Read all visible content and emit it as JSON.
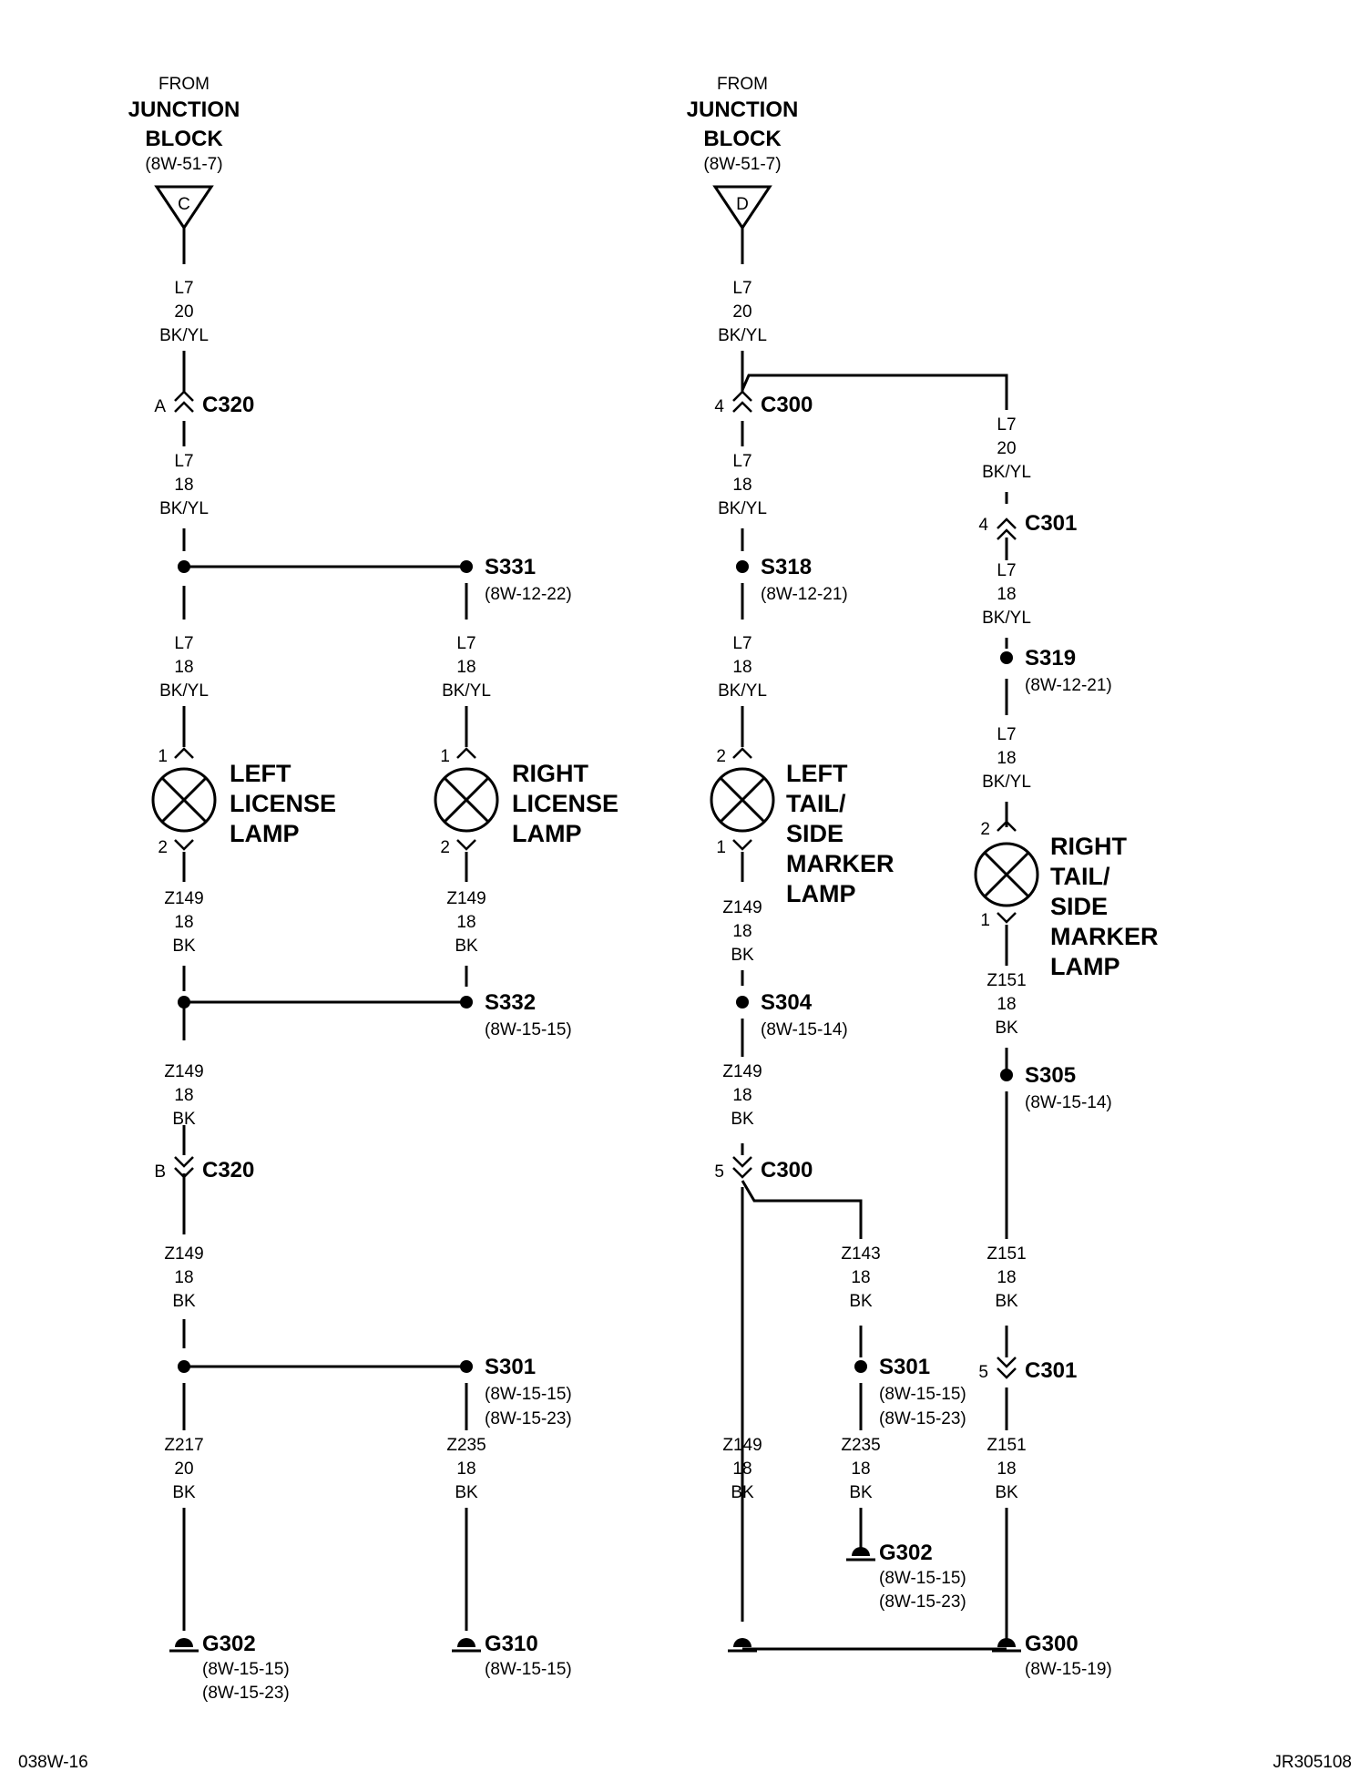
{
  "sources": [
    {
      "from": "FROM",
      "name_line1": "JUNCTION",
      "name_line2": "BLOCK",
      "ref": "(8W-51-7)",
      "pin": "C"
    },
    {
      "from": "FROM",
      "name_line1": "JUNCTION",
      "name_line2": "BLOCK",
      "ref": "(8W-51-7)",
      "pin": "D"
    }
  ],
  "wires": {
    "l7_20_bkyl": {
      "circuit": "L7",
      "gauge": "20",
      "color": "BK/YL"
    },
    "l7_18_bkyl": {
      "circuit": "L7",
      "gauge": "18",
      "color": "BK/YL"
    },
    "z149_18_bk": {
      "circuit": "Z149",
      "gauge": "18",
      "color": "BK"
    },
    "z217_20_bk": {
      "circuit": "Z217",
      "gauge": "20",
      "color": "BK"
    },
    "z235_18_bk": {
      "circuit": "Z235",
      "gauge": "18",
      "color": "BK"
    },
    "z143_18_bk": {
      "circuit": "Z143",
      "gauge": "18",
      "color": "BK"
    },
    "z151_18_bk": {
      "circuit": "Z151",
      "gauge": "18",
      "color": "BK"
    }
  },
  "connectors": {
    "c320_a": {
      "pin": "A",
      "name": "C320"
    },
    "c320_b": {
      "pin": "B",
      "name": "C320"
    },
    "c300_4": {
      "pin": "4",
      "name": "C300"
    },
    "c300_5": {
      "pin": "5",
      "name": "C300"
    },
    "c301_4": {
      "pin": "4",
      "name": "C301"
    },
    "c301_5": {
      "pin": "5",
      "name": "C301"
    }
  },
  "splices": {
    "s331": {
      "name": "S331",
      "ref": "(8W-12-22)"
    },
    "s332": {
      "name": "S332",
      "ref": "(8W-15-15)"
    },
    "s301_left": {
      "name": "S301",
      "ref1": "(8W-15-15)",
      "ref2": "(8W-15-23)"
    },
    "s318": {
      "name": "S318",
      "ref": "(8W-12-21)"
    },
    "s319": {
      "name": "S319",
      "ref": "(8W-12-21)"
    },
    "s304": {
      "name": "S304",
      "ref": "(8W-15-14)"
    },
    "s305": {
      "name": "S305",
      "ref": "(8W-15-14)"
    },
    "s301_right": {
      "name": "S301",
      "ref1": "(8W-15-15)",
      "ref2": "(8W-15-23)"
    }
  },
  "lamps": {
    "left_license": {
      "lines": [
        "LEFT",
        "LICENSE",
        "LAMP"
      ],
      "pin_top": "1",
      "pin_bottom": "2"
    },
    "right_license": {
      "lines": [
        "RIGHT",
        "LICENSE",
        "LAMP"
      ],
      "pin_top": "1",
      "pin_bottom": "2"
    },
    "left_tail": {
      "lines": [
        "LEFT",
        "TAIL/",
        "SIDE",
        "MARKER",
        "LAMP"
      ],
      "pin_top": "2",
      "pin_bottom": "1"
    },
    "right_tail": {
      "lines": [
        "RIGHT",
        "TAIL/",
        "SIDE",
        "MARKER",
        "LAMP"
      ],
      "pin_top": "2",
      "pin_bottom": "1"
    }
  },
  "grounds": {
    "g302_left": {
      "name": "G302",
      "ref1": "(8W-15-15)",
      "ref2": "(8W-15-23)"
    },
    "g310": {
      "name": "G310",
      "ref": "(8W-15-15)"
    },
    "g302_right": {
      "name": "G302",
      "ref1": "(8W-15-15)",
      "ref2": "(8W-15-23)"
    },
    "g300": {
      "name": "G300",
      "ref": "(8W-15-19)"
    }
  },
  "footer": {
    "left_code": "038W-16",
    "right_code": "JR305108"
  }
}
